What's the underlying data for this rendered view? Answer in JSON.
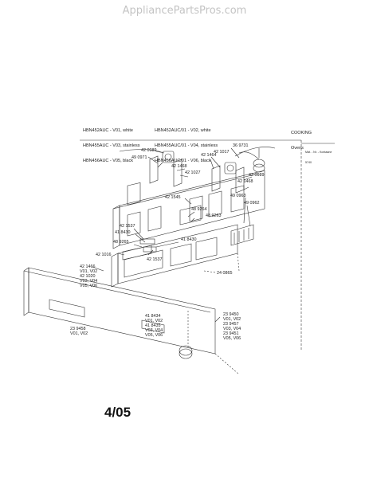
{
  "watermark": "AppliancePartsPros.com",
  "header": {
    "models_left": [
      "HBN452AUC - V01, white",
      "HBN455AUC - V03, stainless",
      "HBN456AUC - V05, black"
    ],
    "models_right": [
      "HBN452AUC/01 - V02, white",
      "HBN455AUC/01 - V04, stainless",
      "HBN456AUC/01 - V06, black"
    ],
    "category": [
      "COOKING",
      "Ovens"
    ],
    "part_note": [
      "Mat. - Nr. - Kontaane",
      "5740"
    ]
  },
  "callouts": {
    "c420989_left": "42 0989",
    "c490971": "49 0971",
    "c421468_top": "42 1468",
    "c421027_top": "42 1027",
    "c421464": "42 1464",
    "c369731": "36 9731",
    "c421017": "42 1017",
    "c421468_right": "42 1468",
    "c420989_right": "42 0989",
    "c421545": "42 1545",
    "c490963": "49 0963",
    "c490962": "49 0962",
    "c489264": "48 9264",
    "c489263": "48 9263",
    "c421537_a": "42 1537",
    "c418430_a": "41 8430",
    "c489265": "48 9265",
    "c418430_b": "41 8430",
    "c421537_b": "42 1537",
    "c421016": "42 1016",
    "c240865": "24 0865",
    "c421466_block": [
      "42 1466",
      "V01, V02",
      "42 1020",
      "V03, V04",
      "V05, V06"
    ],
    "c239458_block": [
      "23 9458",
      "V01, V02"
    ],
    "c418434_block": [
      "41 8434",
      "V01, V02",
      "41 8435",
      "V03, V04",
      "V05, V06"
    ],
    "c239450_block": [
      "23 9450",
      "V01, V02",
      "23 9457",
      "V03, V04",
      "23 9451",
      "V05, V06"
    ]
  },
  "page_number": "4/05"
}
